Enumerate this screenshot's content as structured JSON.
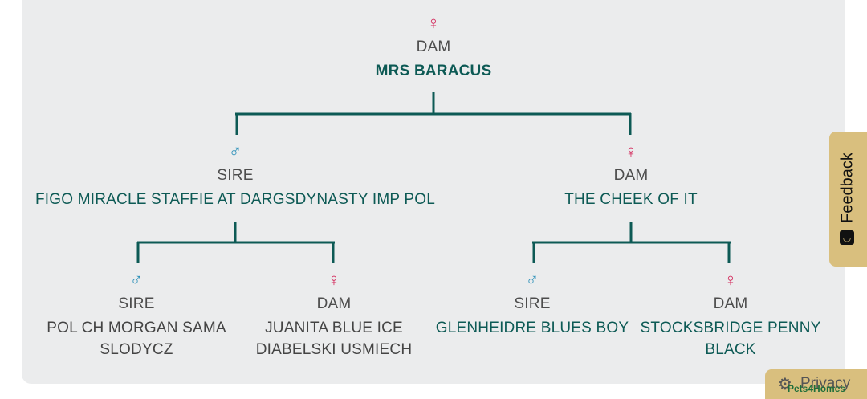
{
  "pedigree": {
    "root": {
      "sex_icon": "♀",
      "role": "DAM",
      "name": "MRS BARACUS"
    },
    "sire": {
      "sex_icon": "♂",
      "role": "SIRE",
      "name": "FIGO MIRACLE STAFFIE AT DARGSDYNASTY IMP POL"
    },
    "dam": {
      "sex_icon": "♀",
      "role": "DAM",
      "name": "THE CHEEK OF IT"
    },
    "sire_sire": {
      "sex_icon": "♂",
      "role": "SIRE",
      "name_line1": "POL CH MORGAN SAMA",
      "name_line2": "SLODYCZ"
    },
    "sire_dam": {
      "sex_icon": "♀",
      "role": "DAM",
      "name_line1": "JUANITA BLUE ICE",
      "name_line2": "DIABELSKI USMIECH"
    },
    "dam_sire": {
      "sex_icon": "♂",
      "role": "SIRE",
      "name": "GLENHEIDRE BLUES BOY"
    },
    "dam_dam": {
      "sex_icon": "♀",
      "role": "DAM",
      "name_line1": "STOCKSBRIDGE PENNY",
      "name_line2": "BLACK"
    }
  },
  "feedback": {
    "label": "Feedback",
    "icon": "smile-icon"
  },
  "privacy": {
    "label": "Privacy",
    "icon": "gear-icon",
    "brand": "Pets4Homes"
  },
  "colors": {
    "line": "#0d5a55",
    "female": "#d3275a",
    "male": "#2a8fb8",
    "accent_tab": "#d9bf7e"
  }
}
